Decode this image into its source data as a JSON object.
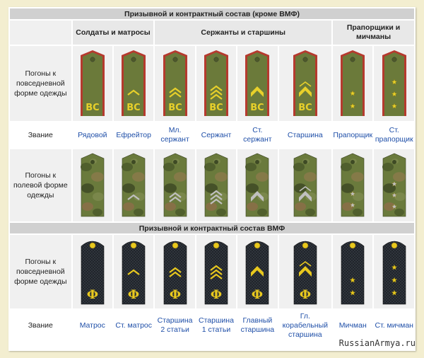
{
  "section1_title": "Призывной и контрактный состав (кроме ВМФ)",
  "section2_title": "Призывной и контрактный состав ВМФ",
  "groups": {
    "soldiers": "Солдаты и матросы",
    "sergeants": "Сержанты и старшины",
    "praporshchiki": "Прапорщики и мичманы"
  },
  "row_labels": {
    "daily": "Погоны к повседневной форме одежды",
    "field": "Погоны к полевой форме одежды",
    "navy_daily": "Погоны к повседневной форме одежды",
    "rank": "Звание"
  },
  "army_ranks": [
    "Рядовой",
    "Ефрейтор",
    "Мл. сержант",
    "Сержант",
    "Ст. сержант",
    "Старшина",
    "Прапорщик",
    "Ст. прапорщик"
  ],
  "navy_ranks": [
    "Матрос",
    "Ст. матрос",
    "Старшина 2 статьи",
    "Старшина 1 статьи",
    "Главный старшина",
    "Гл. корабельный старшина",
    "Мичман",
    "Ст. мичман"
  ],
  "army_letters": "ВС",
  "navy_letter": "Ф",
  "insignia": {
    "army": [
      "none",
      "stripe1",
      "stripe2",
      "stripe3",
      "galloon",
      "galloon-chevron",
      "star2",
      "star3"
    ],
    "navy": [
      "none",
      "stripe1",
      "stripe2",
      "stripe3",
      "galloon",
      "galloon-chevron",
      "star2",
      "star3"
    ]
  },
  "colors": {
    "army_base": "#6b7a3a",
    "army_edge": "#b53a2e",
    "army_gold": "#e8d02a",
    "navy_base": "#1e2228",
    "navy_gold": "#e8c81e",
    "field_silver": "#c0c0c0"
  },
  "watermark": "RussianArmya.ru"
}
